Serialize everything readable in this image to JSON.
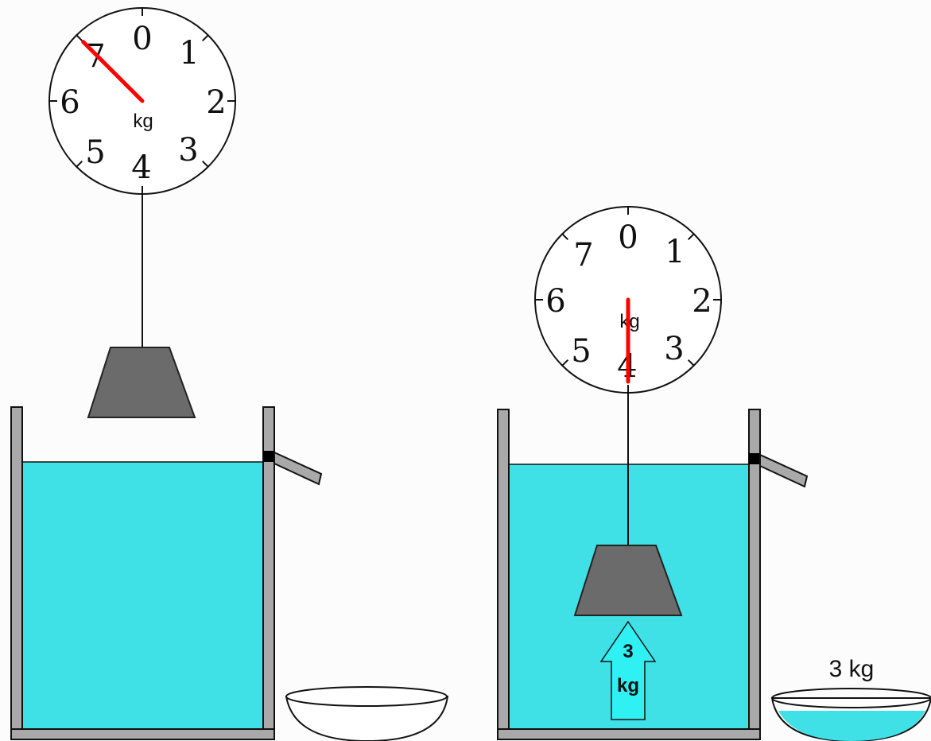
{
  "colors": {
    "water": "#3fe1e6",
    "weight": "#6b6b6b",
    "wall": "#a9a9a9",
    "needle": "#ff0000",
    "arrow": "#2ff0f2",
    "background": "#fcfcfc"
  },
  "left_setup": {
    "scale": {
      "unit": "kg",
      "dial_numbers": [
        "0",
        "1",
        "2",
        "3",
        "4",
        "5",
        "6",
        "7"
      ],
      "reading": 7
    },
    "bowl_has_water": false
  },
  "right_setup": {
    "scale": {
      "unit": "kg",
      "dial_numbers": [
        "0",
        "1",
        "2",
        "3",
        "4",
        "5",
        "6",
        "7"
      ],
      "reading": 4
    },
    "buoyancy_arrow": {
      "value": "3",
      "unit": "kg"
    },
    "bowl_label": "3 kg",
    "bowl_has_water": true
  }
}
